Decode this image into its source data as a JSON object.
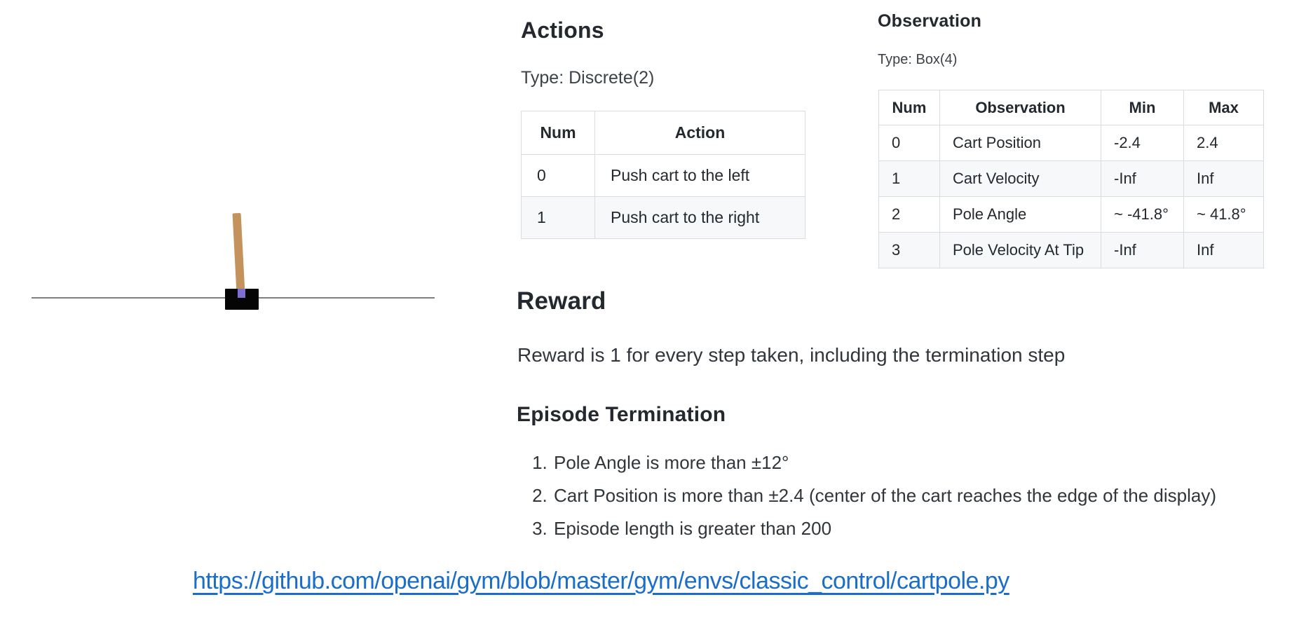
{
  "cartpole_figure": {
    "track_color": "#7f7f7f",
    "cart_color": "#050505",
    "pole_color": "#c4925c",
    "axle_color": "#7d6fd1"
  },
  "actions": {
    "heading": "Actions",
    "type_line": "Type: Discrete(2)",
    "table": {
      "headers": [
        "Num",
        "Action"
      ],
      "rows": [
        [
          "0",
          "Push cart to the left"
        ],
        [
          "1",
          "Push cart to the right"
        ]
      ]
    }
  },
  "observation": {
    "heading": "Observation",
    "type_line": "Type: Box(4)",
    "table": {
      "headers": [
        "Num",
        "Observation",
        "Min",
        "Max"
      ],
      "rows": [
        [
          "0",
          "Cart Position",
          "-2.4",
          "2.4"
        ],
        [
          "1",
          "Cart Velocity",
          "-Inf",
          "Inf"
        ],
        [
          "2",
          "Pole Angle",
          "~ -41.8°",
          "~ 41.8°"
        ],
        [
          "3",
          "Pole Velocity At Tip",
          "-Inf",
          "Inf"
        ]
      ]
    }
  },
  "reward": {
    "heading": "Reward",
    "description": "Reward is 1 for every step taken, including the termination step"
  },
  "episode_termination": {
    "heading": "Episode Termination",
    "items": [
      "Pole Angle is more than ±12°",
      "Cart Position is more than ±2.4 (center of the cart reaches the edge of the display)",
      "Episode length is greater than 200"
    ]
  },
  "source_link": {
    "url": "https://github.com/openai/gym/blob/master/gym/envs/classic_control/cartpole.py",
    "color": "#1b6ec8"
  }
}
